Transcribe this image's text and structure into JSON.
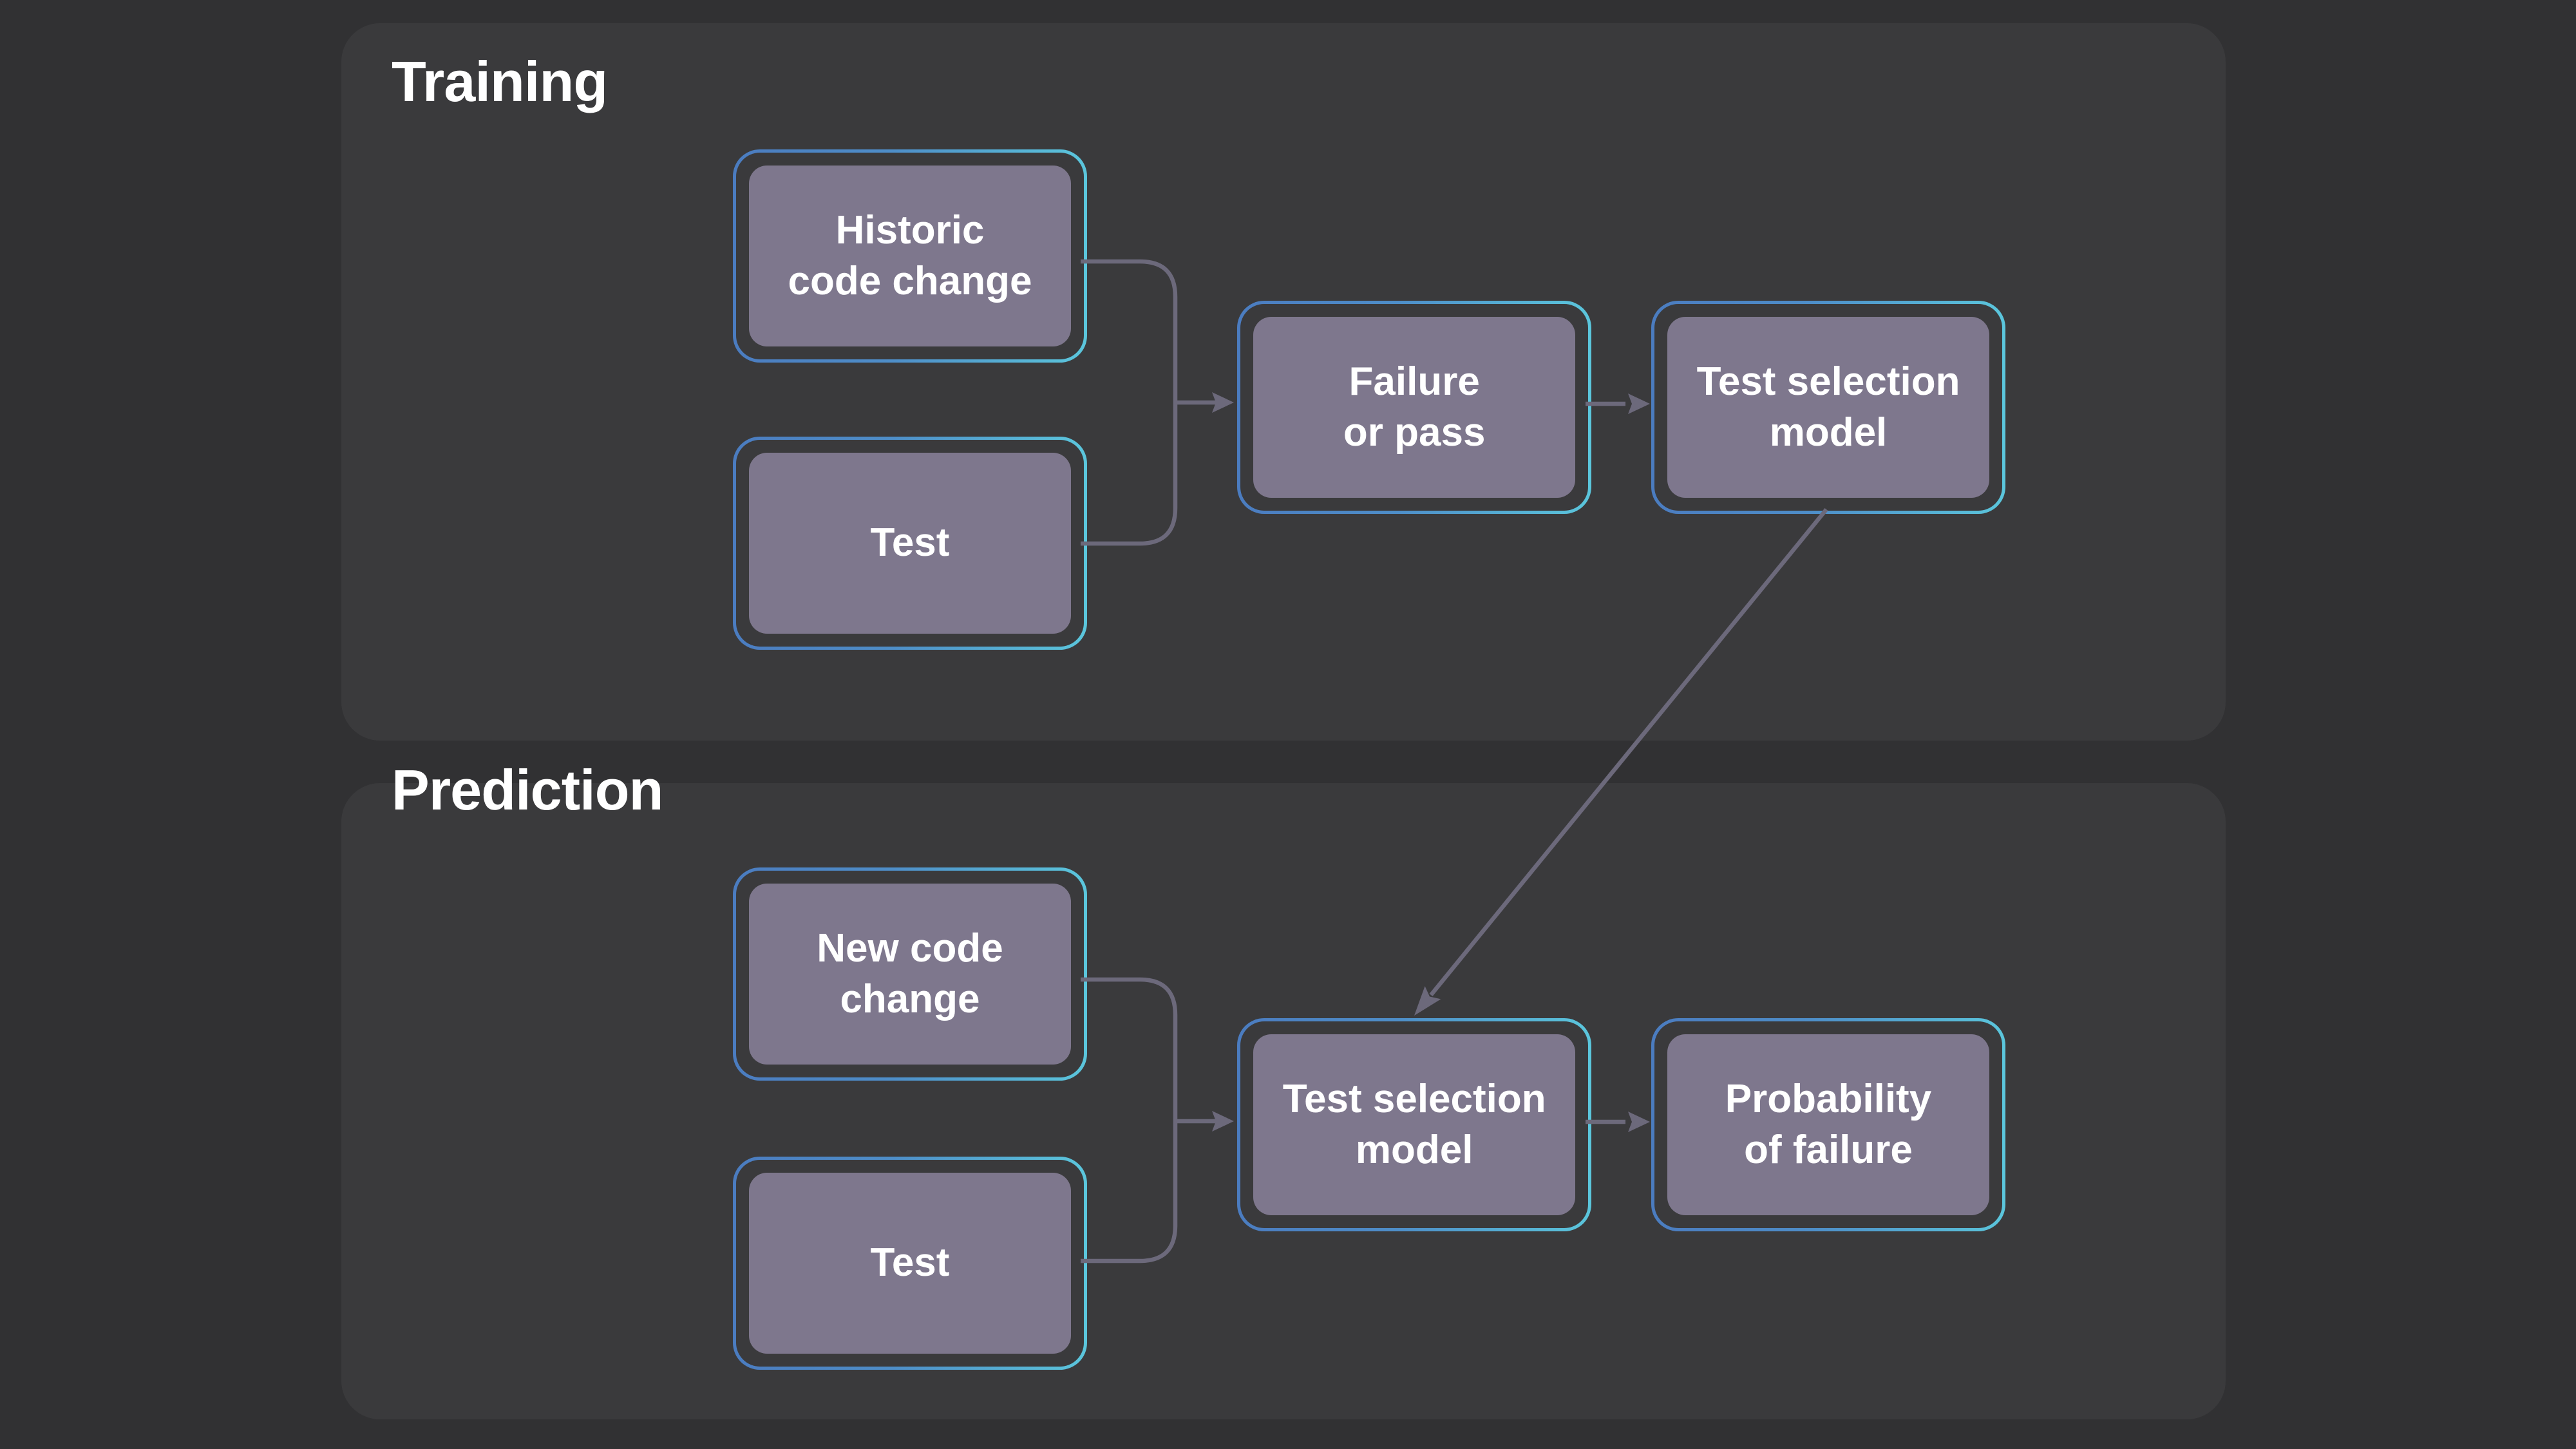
{
  "diagram": {
    "sections": [
      {
        "title": "Training",
        "nodes": [
          {
            "id": "historic-code-change",
            "label": "Historic\ncode change"
          },
          {
            "id": "test",
            "label": "Test"
          },
          {
            "id": "failure-or-pass",
            "label": "Failure\nor pass"
          },
          {
            "id": "test-selection-model",
            "label": "Test selection\nmodel"
          }
        ]
      },
      {
        "title": "Prediction",
        "nodes": [
          {
            "id": "new-code-change",
            "label": "New code\nchange"
          },
          {
            "id": "test",
            "label": "Test"
          },
          {
            "id": "test-selection-model",
            "label": "Test selection\nmodel"
          },
          {
            "id": "probability-of-failure",
            "label": "Probability\nof failure"
          }
        ]
      }
    ],
    "connectors": [
      {
        "from": "training.historic-code-change",
        "to": "training.failure-or-pass",
        "type": "merge-arrow"
      },
      {
        "from": "training.test",
        "to": "training.failure-or-pass",
        "type": "merge-arrow"
      },
      {
        "from": "training.failure-or-pass",
        "to": "training.test-selection-model",
        "type": "arrow"
      },
      {
        "from": "training.test-selection-model",
        "to": "prediction.test-selection-model",
        "type": "diagonal-arrow"
      },
      {
        "from": "prediction.new-code-change",
        "to": "prediction.test-selection-model",
        "type": "merge-arrow"
      },
      {
        "from": "prediction.test",
        "to": "prediction.test-selection-model",
        "type": "merge-arrow"
      },
      {
        "from": "prediction.test-selection-model",
        "to": "prediction.probability-of-failure",
        "type": "arrow"
      }
    ],
    "colors": {
      "page_background": "#313133",
      "panel_background": "#3A3A3C",
      "node_fill": "#7E778D",
      "node_border_gradient_left": "#4B7CC0",
      "node_border_gradient_right": "#5BC6DC",
      "connector": "#6C697B",
      "text": "#FFFFFF"
    }
  }
}
